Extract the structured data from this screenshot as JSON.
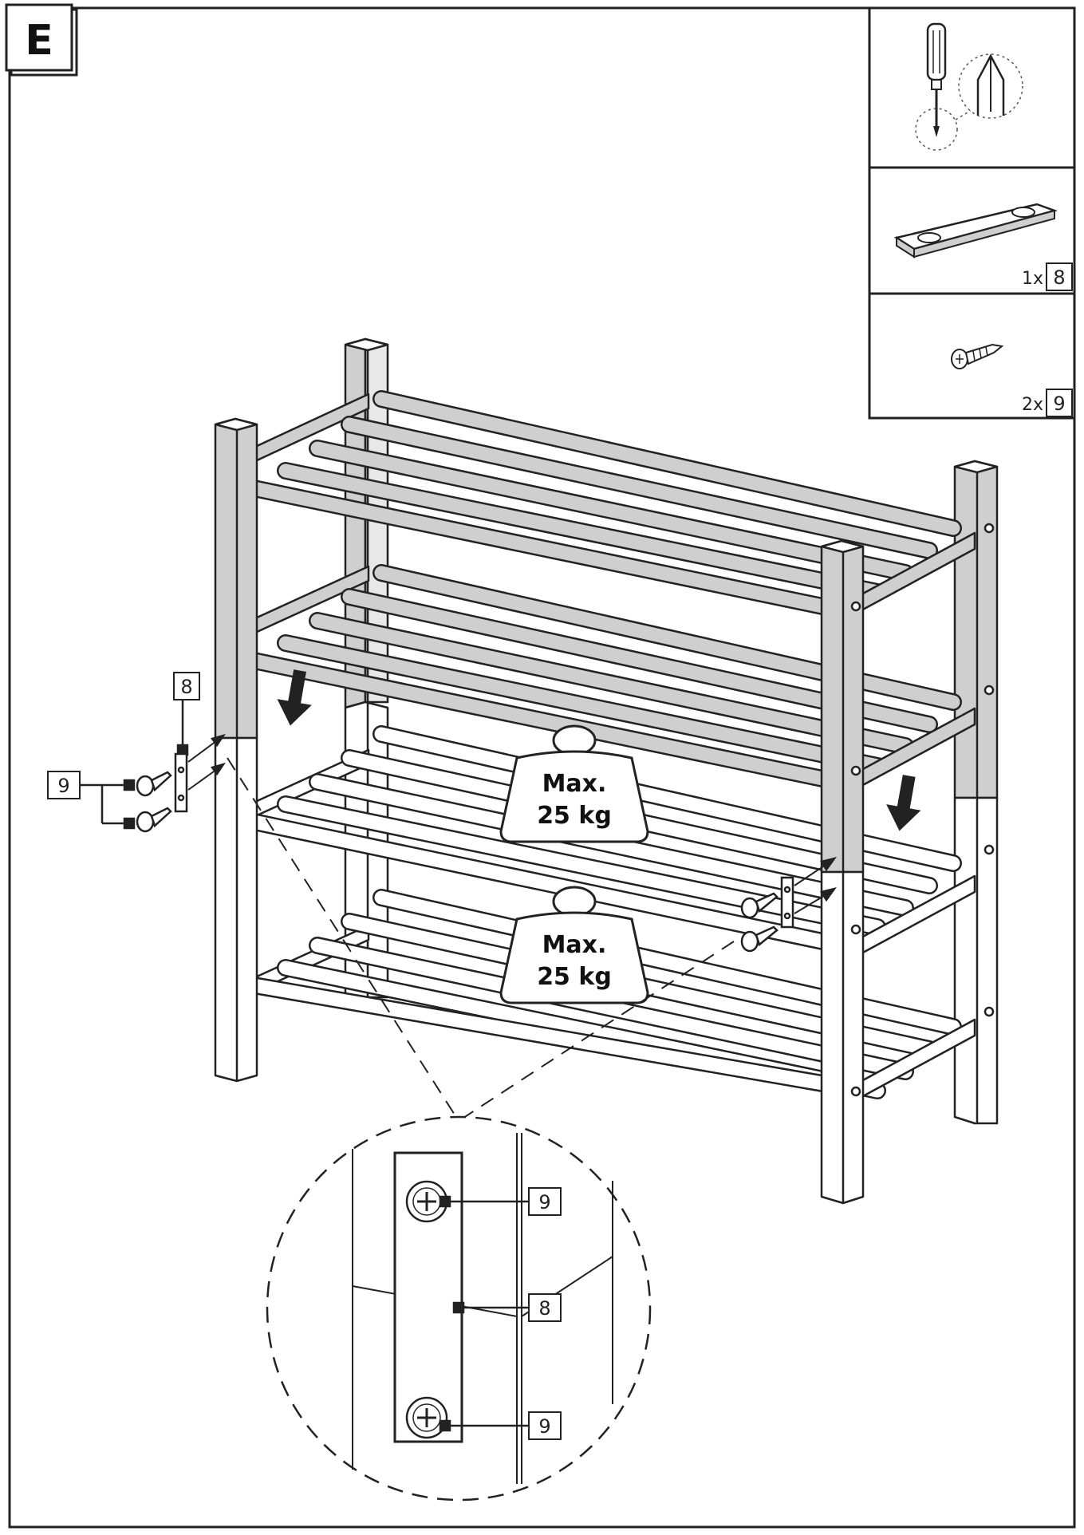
{
  "step": {
    "letter": "E"
  },
  "parts_panel": {
    "tool": {
      "icon": "phillips-screwdriver-icon"
    },
    "parts": [
      {
        "icon": "connector-plate-icon",
        "quantity": "1x",
        "part_number": "8"
      },
      {
        "icon": "screw-icon",
        "quantity": "2x",
        "part_number": "9"
      }
    ]
  },
  "weight_limits": [
    {
      "line1": "Max.",
      "line2": "25 kg"
    },
    {
      "line1": "Max.",
      "line2": "25 kg"
    }
  ],
  "callouts": {
    "left_plate": "8",
    "left_screws": "9",
    "detail_screw_top": "9",
    "detail_plate": "8",
    "detail_screw_bottom": "9"
  },
  "colors": {
    "line": "#222222",
    "wood_shade": "#cfcfcf",
    "background": "#ffffff"
  }
}
